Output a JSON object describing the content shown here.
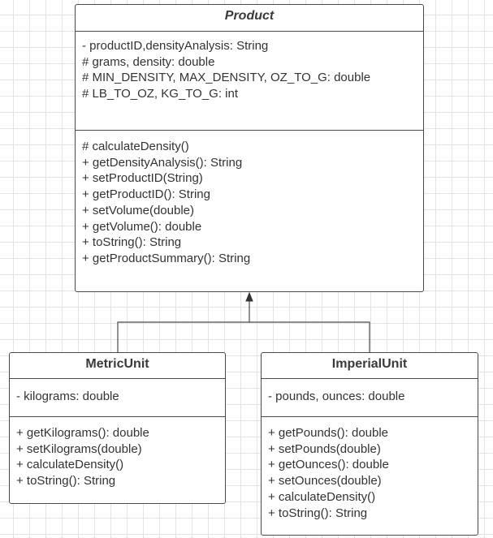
{
  "classes": {
    "product": {
      "name": "Product",
      "attributes": [
        "- productID,densityAnalysis: String",
        "# grams, density: double",
        "# MIN_DENSITY, MAX_DENSITY, OZ_TO_G: double",
        "# LB_TO_OZ, KG_TO_G: int"
      ],
      "operations": [
        "# calculateDensity()",
        "+ getDensityAnalysis(): String",
        "+ setProductID(String)",
        "+ getProductID(): String",
        "+ setVolume(double)",
        "+ getVolume(): double",
        "+ toString(): String",
        "+ getProductSummary(): String"
      ]
    },
    "metric": {
      "name": "MetricUnit",
      "attributes": [
        "- kilograms: double"
      ],
      "operations": [
        "+ getKilograms(): double",
        "+ setKilograms(double)",
        "+ calculateDensity()",
        "+ toString(): String"
      ]
    },
    "imperial": {
      "name": "ImperialUnit",
      "attributes": [
        "- pounds, ounces: double"
      ],
      "operations": [
        "+ getPounds(): double",
        "+ setPounds(double)",
        "+ getOunces(): double",
        "+ setOunces(double)",
        "+ calculateDensity()",
        "+ toString(): String"
      ]
    }
  },
  "relationships": [
    {
      "type": "inheritance",
      "from": "MetricUnit",
      "to": "Product"
    },
    {
      "type": "inheritance",
      "from": "ImperialUnit",
      "to": "Product"
    }
  ]
}
